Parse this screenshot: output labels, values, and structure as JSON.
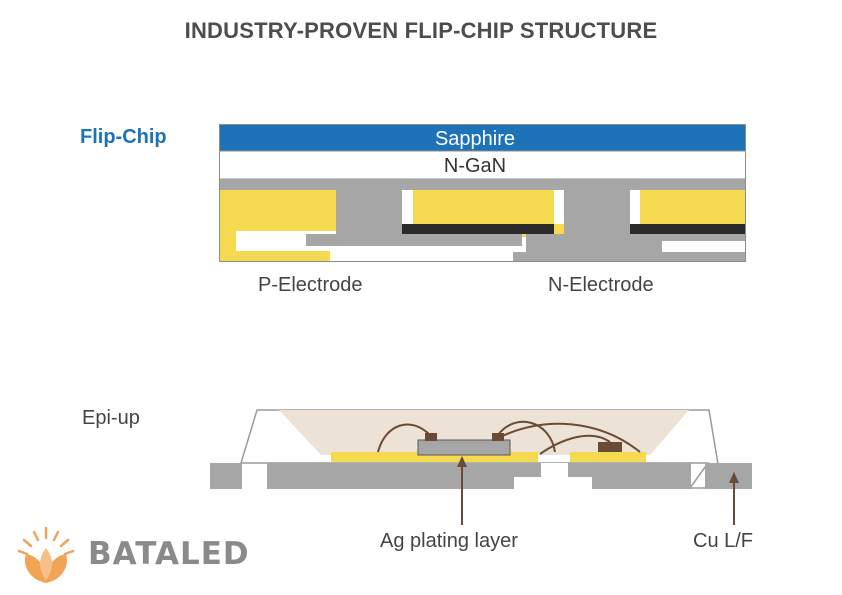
{
  "title": "INDUSTRY-PROVEN FLIP-CHIP STRUCTURE",
  "flip_chip": {
    "label": "Flip-Chip",
    "layers": {
      "sapphire": "Sapphire",
      "ngan": "N-GaN"
    },
    "p_electrode": "P-Electrode",
    "n_electrode": "N-Electrode"
  },
  "epi_up": {
    "label": "Epi-up",
    "ag_label": "Ag plating layer",
    "cu_label": "Cu L/F"
  },
  "logo": {
    "text": "BATALED",
    "icon": "sun-leaf-logo-icon"
  },
  "colors": {
    "title": "#4d4d4d",
    "flip_label": "#1e73b8",
    "sapphire": "#1e73b8",
    "gray": "#a6a6a7",
    "yellow": "#f5d94e",
    "dark": "#2a2a2a",
    "wire": "#6b4a35",
    "dome": "#ece3d6",
    "brand": "#8a8a8a",
    "logo_orange": "#f1a356"
  }
}
